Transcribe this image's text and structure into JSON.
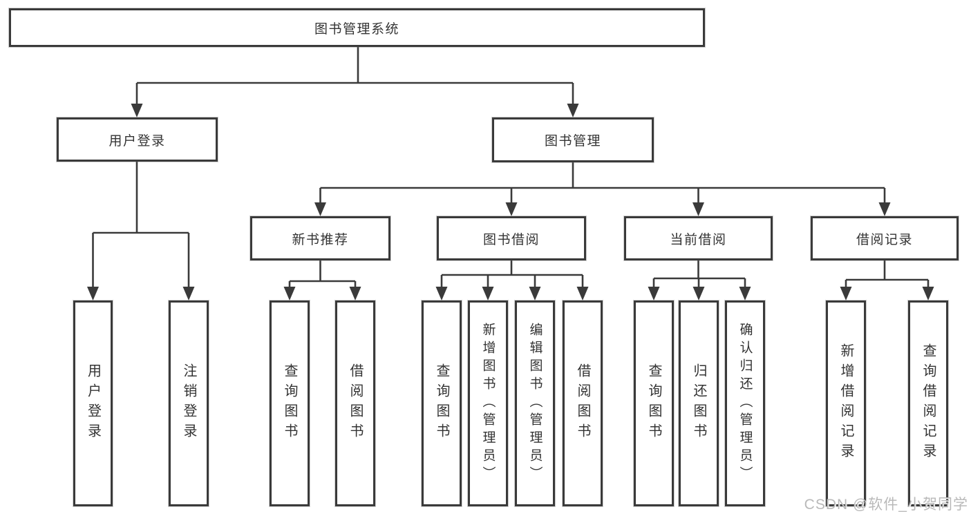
{
  "nodes": {
    "root": "图书管理系统",
    "level2": [
      "用户登录",
      "图书管理"
    ],
    "level3": [
      "新书推荐",
      "图书借阅",
      "当前借阅",
      "借阅记录"
    ],
    "leaves": [
      "用户登录",
      "注销登录",
      "查询图书",
      "借阅图书",
      "查询图书",
      "新增图书（管理员）",
      "编辑图书（管理员）",
      "借阅图书",
      "查询图书",
      "归还图书",
      "确认归还（管理员）",
      "新增借阅记录",
      "查询借阅记录"
    ]
  },
  "watermark": "CSDN @软件_小贺同学",
  "colors": {
    "line": "#3a3a3a",
    "text": "#333333",
    "background": "#ffffff",
    "watermark": "#b9b9b9"
  }
}
